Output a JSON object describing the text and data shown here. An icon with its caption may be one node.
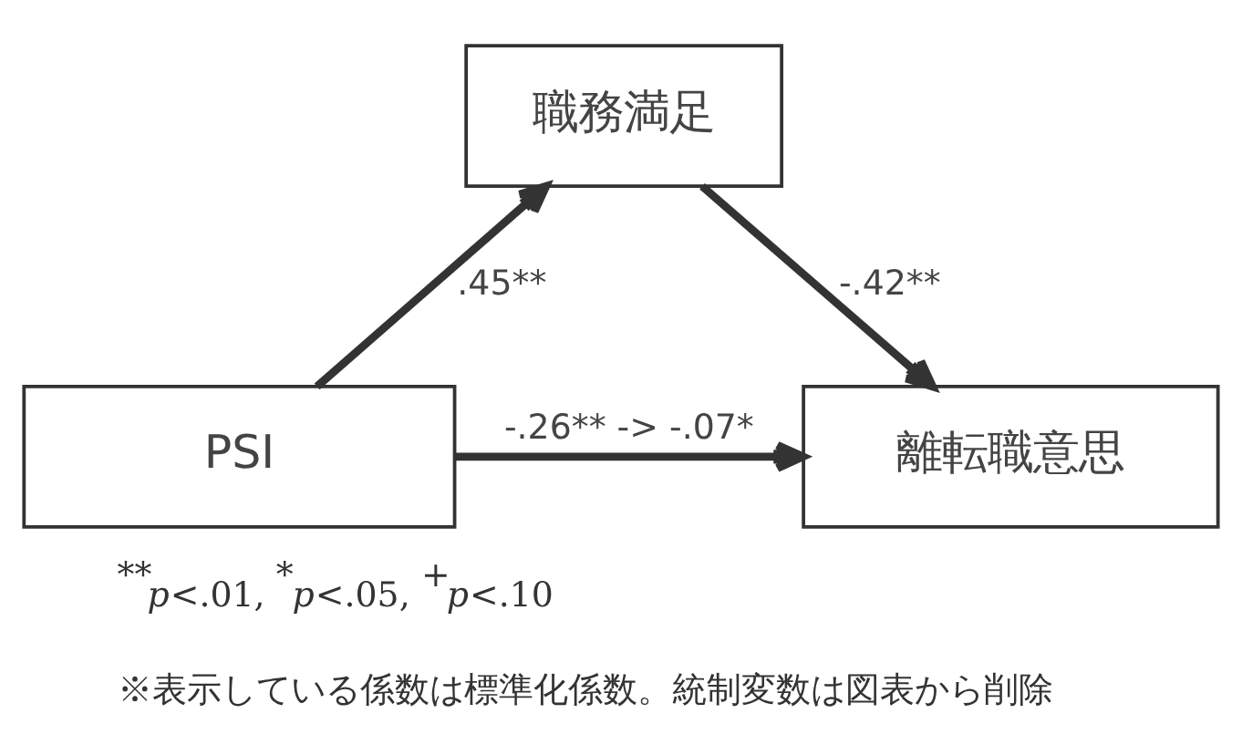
{
  "diagram": {
    "nodes": [
      {
        "text": [
          "職務満足"
        ]
      },
      {
        "text": [
          "PSI"
        ]
      },
      {
        "text": [
          "離転職意思"
        ]
      }
    ],
    "edges": [
      {
        "from": 1,
        "to": 0,
        "arrow": "to",
        "label": ".45**"
      },
      {
        "from": 0,
        "to": 2,
        "arrow": "to",
        "label": "-.42**"
      },
      {
        "from": 1,
        "to": 2,
        "arrow": "to",
        "label": "-.26** -> -.07*"
      }
    ],
    "labels": [
      "$^{**}$*p*<.01, $^{*}$*p*<.05, $^{+}$*p*<.10",
      "※表示している係数は標準化係数。統制変数は図表から削除"
    ]
  }
}
